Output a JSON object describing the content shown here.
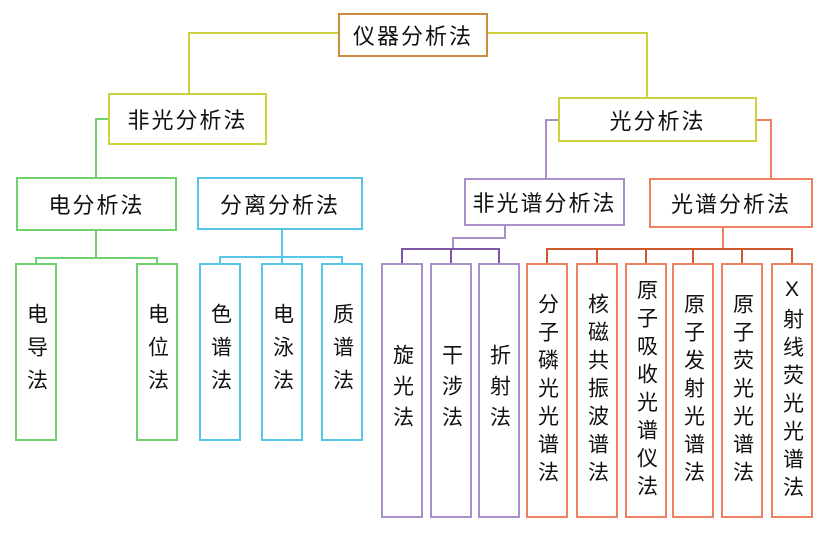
{
  "diagram_title": "仪器分析法",
  "root": {
    "label": "仪器分析法"
  },
  "branches": {
    "non_optical": {
      "label": "非光分析法"
    },
    "optical": {
      "label": "光分析法"
    }
  },
  "groups": {
    "electro": {
      "label": "电分析法",
      "children": [
        "电导法",
        "电位法"
      ]
    },
    "separation": {
      "label": "分离分析法",
      "children": [
        "色谱法",
        "电泳法",
        "质谱法"
      ]
    },
    "non_spectral": {
      "label": "非光谱分析法",
      "children": [
        "旋光法",
        "干涉法",
        "折射法"
      ]
    },
    "spectral": {
      "label": "光谱分析法",
      "children": [
        "分子磷光光谱法",
        "核磁共振波谱法",
        "原子吸收光谱仪法",
        "原子发射光谱法",
        "原子荧光光谱法",
        "X射线荧光光谱法"
      ]
    }
  },
  "colors": {
    "root_border": "#cd8b3f",
    "level1_yellow": "#ccd13c",
    "green": "#6fd26f",
    "cyan": "#55c6e8",
    "purple_box": "#a98fc9",
    "purple_line": "#7b57a5",
    "orange_box": "#ee8160",
    "orange_line": "#d2592e",
    "text": "#111111",
    "background": "#ffffff"
  }
}
